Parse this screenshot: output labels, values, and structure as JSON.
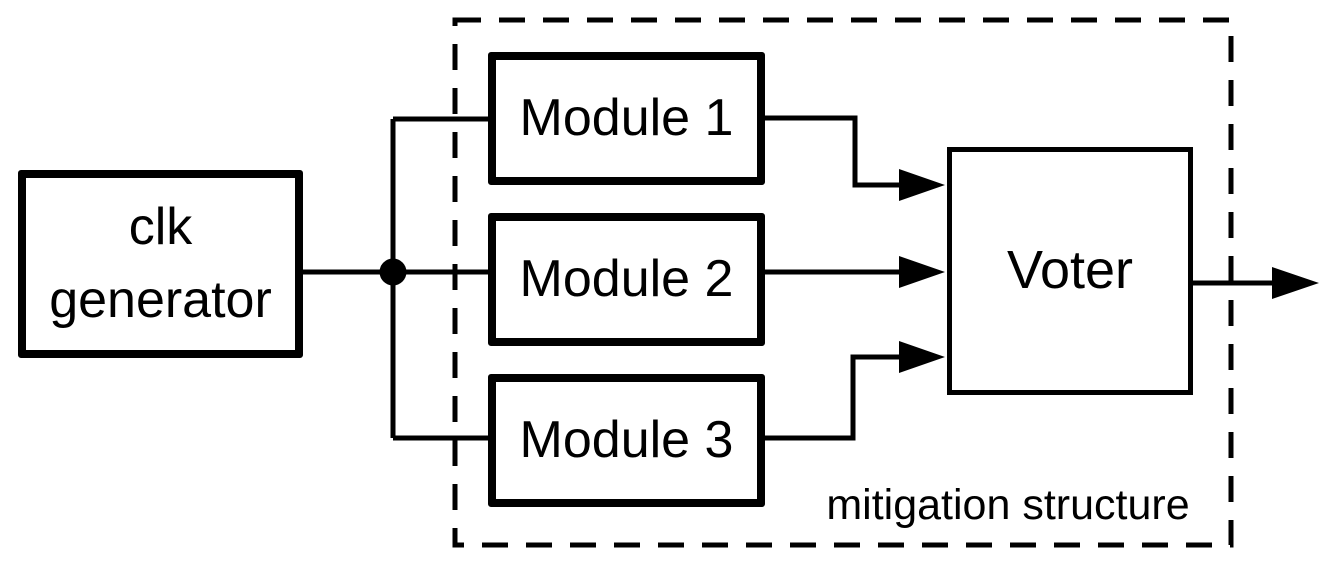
{
  "diagram": {
    "clk_generator": {
      "label": "clk generator"
    },
    "modules": [
      {
        "label": "Module 1"
      },
      {
        "label": "Module 2"
      },
      {
        "label": "Module 3"
      }
    ],
    "voter": {
      "label": "Voter"
    },
    "mitigation_structure_label": "mitigation structure",
    "colors": {
      "line": "#000000",
      "background": "#ffffff",
      "text": "#000000"
    }
  }
}
